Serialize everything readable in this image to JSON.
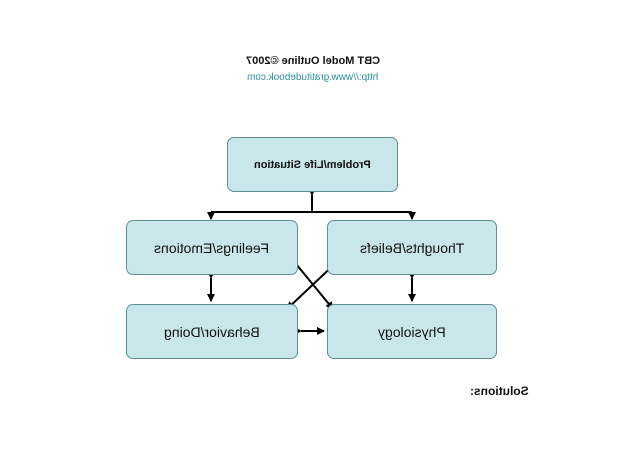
{
  "header": {
    "title": "CBT Model Outline ©2007",
    "link": "http://www.gratitudebook.com"
  },
  "diagram": {
    "nodes": {
      "problem": "Problem/Life Situation",
      "feelings": "Feelings/Emotions",
      "thoughts": "Thoughts/Beliefs",
      "behavior": "Behavior/Doing",
      "physiology": "Physiology"
    },
    "solutions_label": "Solutions:"
  },
  "colors": {
    "box_fill": "#c9e6ea",
    "box_border": "#5f8f97",
    "link": "#2a8f9e",
    "arrow": "#000000"
  }
}
